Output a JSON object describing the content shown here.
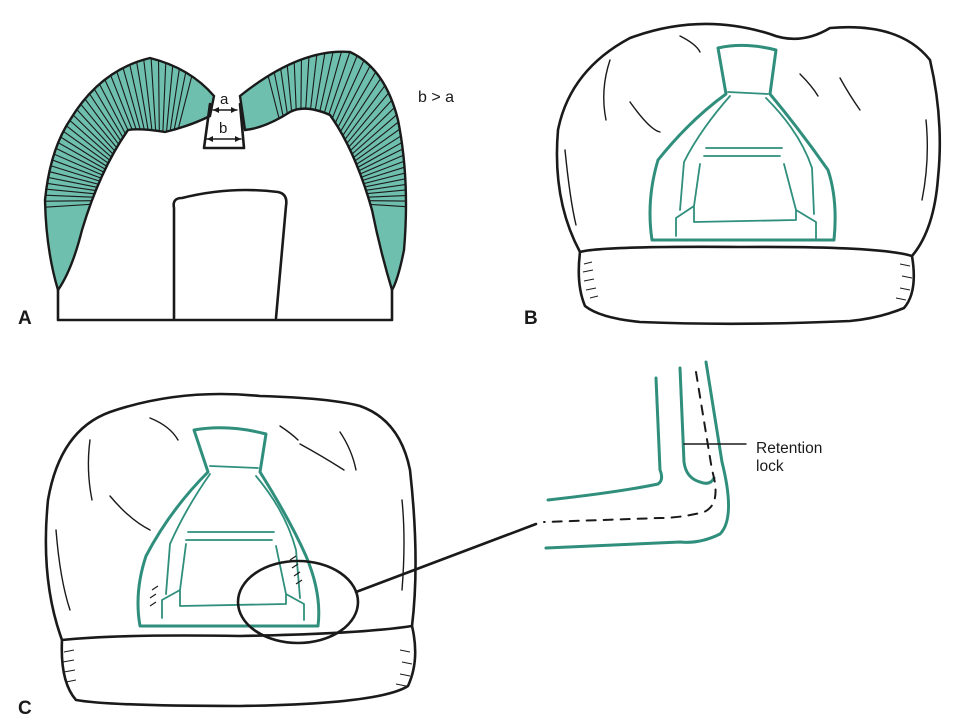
{
  "panels": {
    "a": {
      "label": "A",
      "dim_a": "a",
      "dim_b": "b",
      "relation": "b > a"
    },
    "b": {
      "label": "B"
    },
    "c": {
      "label": "C",
      "callout": [
        "Retention",
        "lock"
      ]
    }
  },
  "colors": {
    "ink": "#1a1a1a",
    "green": "#2f8f7c",
    "enamel_fill": "#6fbfae"
  }
}
